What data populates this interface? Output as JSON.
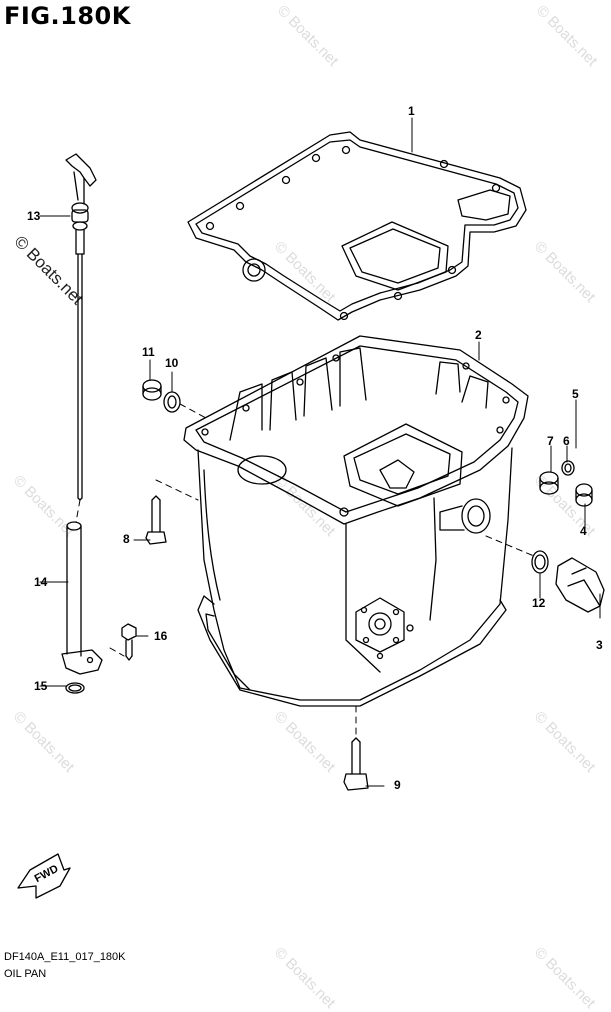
{
  "figure": {
    "title": "FIG.180K",
    "code": "DF140A_E11_017_180K",
    "caption": "OIL PAN"
  },
  "watermark": {
    "text": "© Boats.net"
  },
  "fwd_label": "FWD",
  "callouts": [
    {
      "id": "1",
      "part": "gasket"
    },
    {
      "id": "2",
      "part": "oil-pan"
    },
    {
      "id": "3",
      "part": "drain-plug"
    },
    {
      "id": "4",
      "part": "cap"
    },
    {
      "id": "5",
      "part": "plug-set"
    },
    {
      "id": "6",
      "part": "o-ring"
    },
    {
      "id": "7",
      "part": "plug"
    },
    {
      "id": "8",
      "part": "bolt"
    },
    {
      "id": "9",
      "part": "bolt"
    },
    {
      "id": "10",
      "part": "gasket"
    },
    {
      "id": "11",
      "part": "plug"
    },
    {
      "id": "12",
      "part": "o-ring"
    },
    {
      "id": "13",
      "part": "dipstick"
    },
    {
      "id": "14",
      "part": "dipstick-guide"
    },
    {
      "id": "15",
      "part": "o-ring"
    },
    {
      "id": "16",
      "part": "bolt"
    }
  ]
}
